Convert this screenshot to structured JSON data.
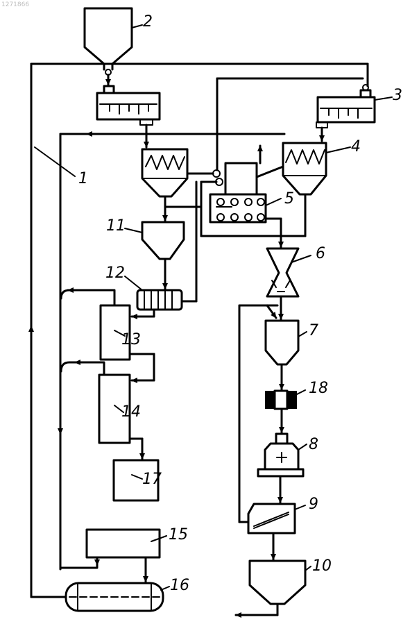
{
  "watermark": "1271866",
  "labels": {
    "n1": "1",
    "n2": "2",
    "n3": "3",
    "n4": "4",
    "n5": "5",
    "n6": "6",
    "n7": "7",
    "n8": "8",
    "n9": "9",
    "n10": "10",
    "n11": "11",
    "n12": "12",
    "n13": "13",
    "n14": "14",
    "n15": "15",
    "n16": "16",
    "n17": "17",
    "n18": "18"
  }
}
